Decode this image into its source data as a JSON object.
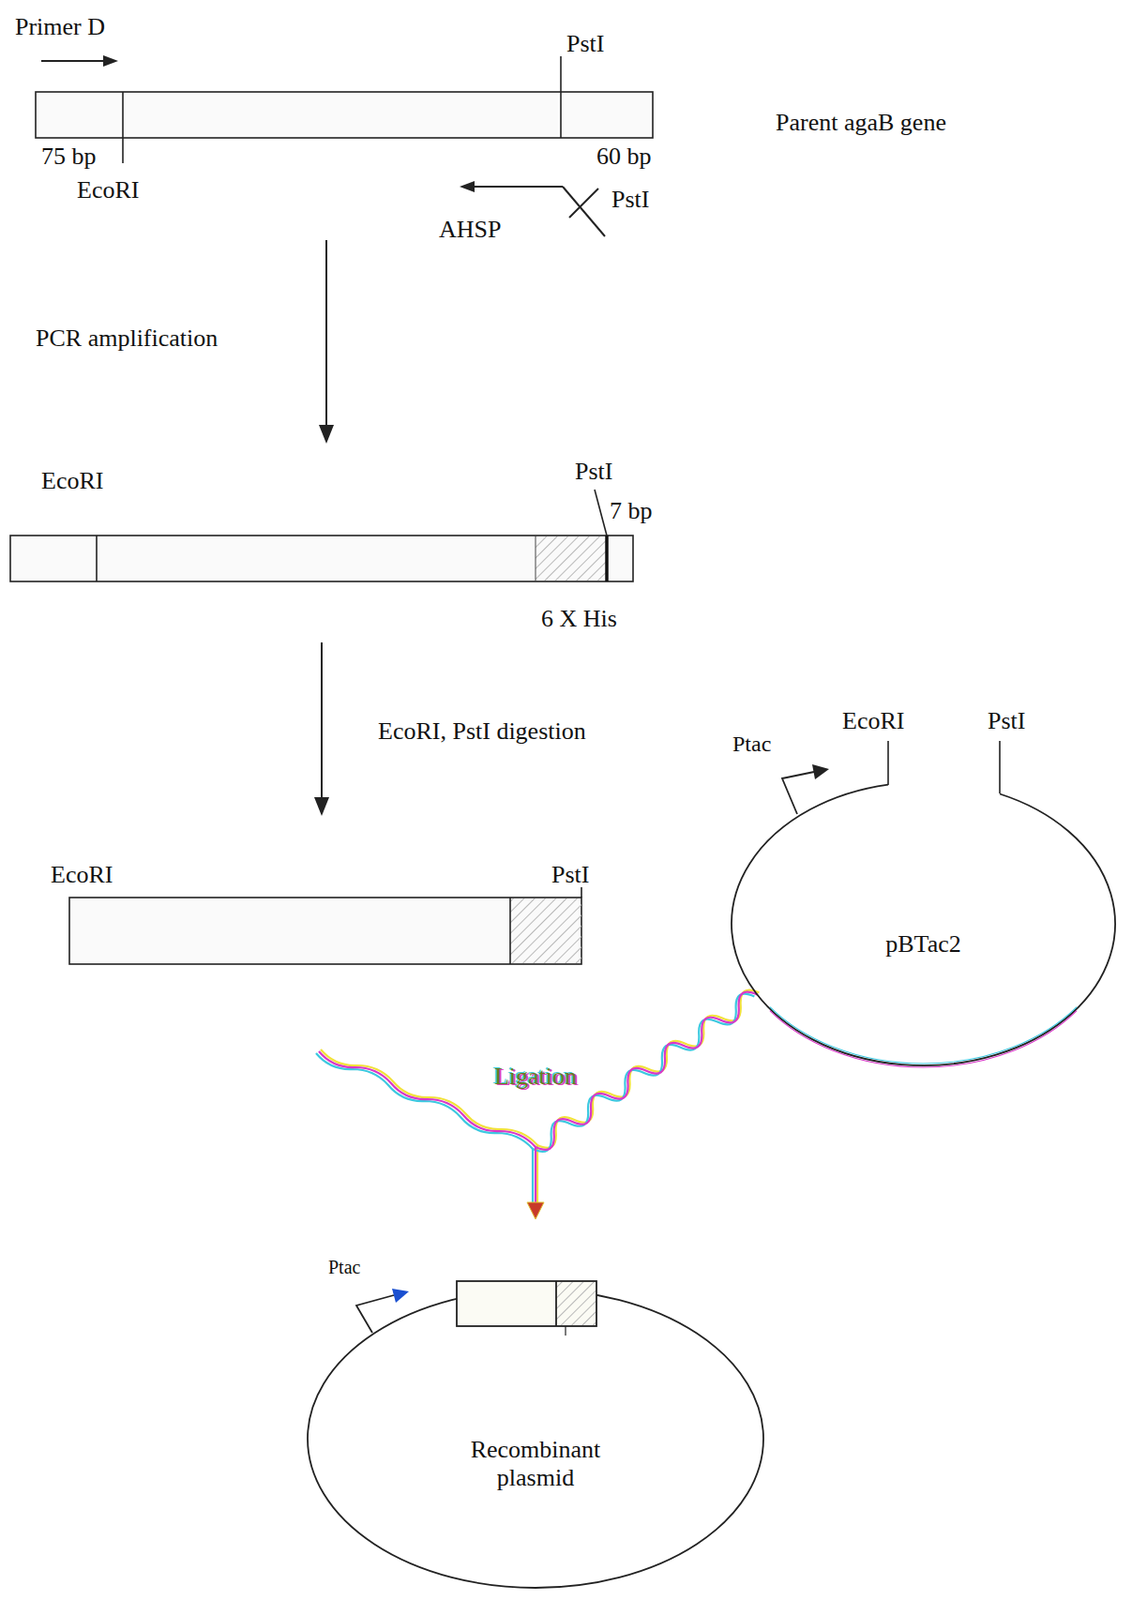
{
  "diagram": {
    "nodes": [
      {
        "text": [
          "pBTac2"
        ]
      },
      {
        "text": [
          "Recombinant plasmid"
        ]
      }
    ],
    "edges": [
      {
        "from": 0,
        "to": 1,
        "arrow": "to",
        "label": "Ligation"
      }
    ],
    "labels": [
      "Primer D",
      "PstI",
      "Parent agaB gene",
      "75 bp",
      "60 bp",
      "EcoRI",
      "PstI",
      "AHSP",
      "PCR amplification",
      "EcoRI",
      "PstI",
      "7 bp",
      "6 X His",
      "EcoRI, PstI digestion",
      "EcoRI",
      "PstI",
      "Ptac",
      "EcoRI",
      "PstI",
      "Ptac"
    ]
  }
}
